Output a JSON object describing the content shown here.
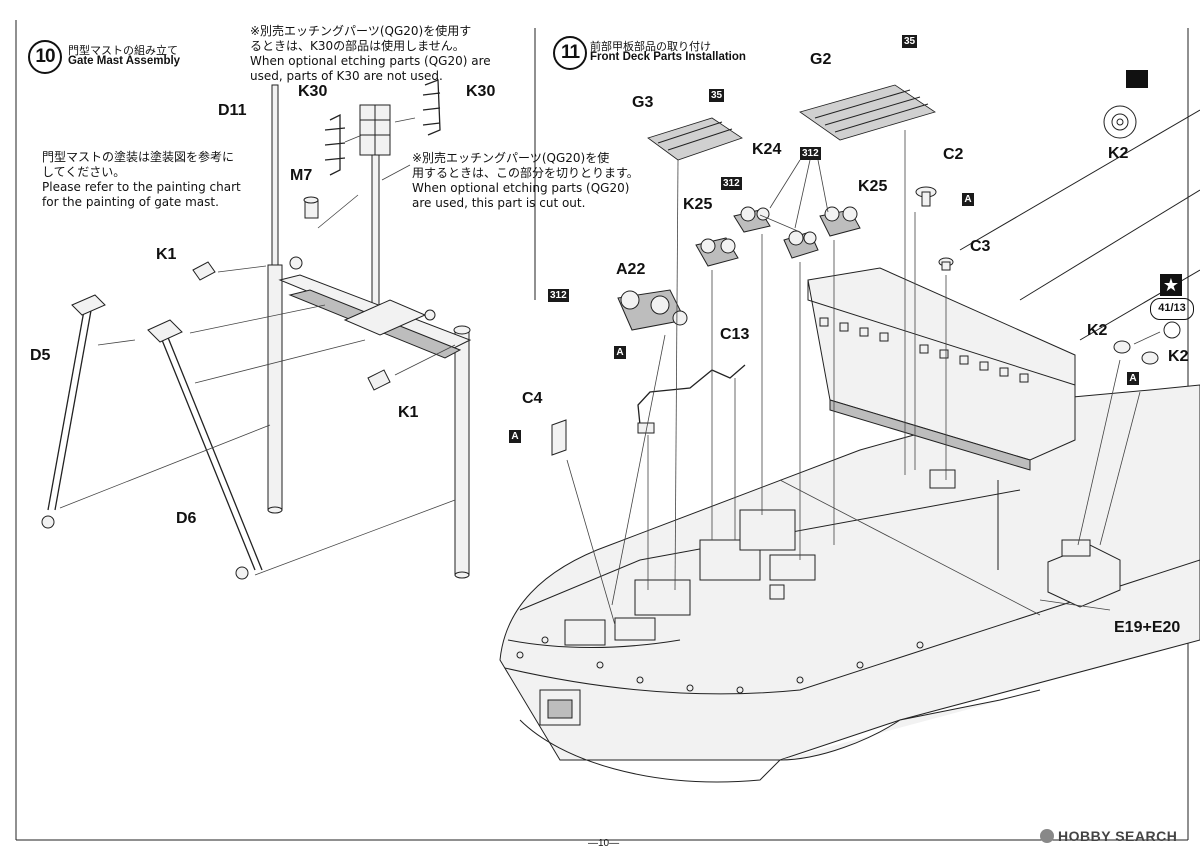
{
  "page_number": "—10—",
  "watermark": "HOBBY SEARCH",
  "step10": {
    "number": "10",
    "title_jp": "門型マストの組み立て",
    "title_en": "Gate Mast Assembly",
    "note_etching_jp1": "※別売エッチングパーツ(QG20)を使用す",
    "note_etching_jp2": "るときは、K30の部品は使用しません。",
    "note_etching_en1": "When optional etching parts (QG20) are",
    "note_etching_en2": "used, parts of K30 are not used.",
    "note_cut_jp1": "※別売エッチングパーツ(QG20)を使",
    "note_cut_jp2": "用するときは、この部分を切りとります。",
    "note_cut_en1": "When optional etching parts (QG20)",
    "note_cut_en2": "are used, this part is cut out.",
    "note_paint_jp1": "門型マストの塗装は塗装図を参考に",
    "note_paint_jp2": "してください。",
    "note_paint_en1": "Please refer to the painting chart",
    "note_paint_en2": "for the painting of gate mast.",
    "parts": {
      "d11": "D11",
      "k30_a": "K30",
      "k30_b": "K30",
      "m7": "M7",
      "k1_a": "K1",
      "k1_b": "K1",
      "d5": "D5",
      "d6": "D6"
    }
  },
  "step11": {
    "number": "11",
    "title_jp": "前部甲板部品の取り付け",
    "title_en": "Front Deck Parts Installation",
    "parts": {
      "g2": "G2",
      "g3": "G3",
      "k2_top": "K2",
      "k24": "K24",
      "c2": "C2",
      "k25_a": "K25",
      "k25_b": "K25",
      "c3": "C3",
      "a22": "A22",
      "c13": "C13",
      "c4": "C4",
      "k2_a": "K2",
      "k2_b": "K2",
      "e19e20": "E19+E20"
    },
    "paint_codes": {
      "p35_a": "35",
      "p35_b": "35",
      "p312_a": "312",
      "p312_b": "312",
      "p312_c": "312",
      "a_1": "A",
      "a_2": "A",
      "a_3": "A",
      "a_4": "A"
    },
    "decal_ref": "41/13"
  }
}
